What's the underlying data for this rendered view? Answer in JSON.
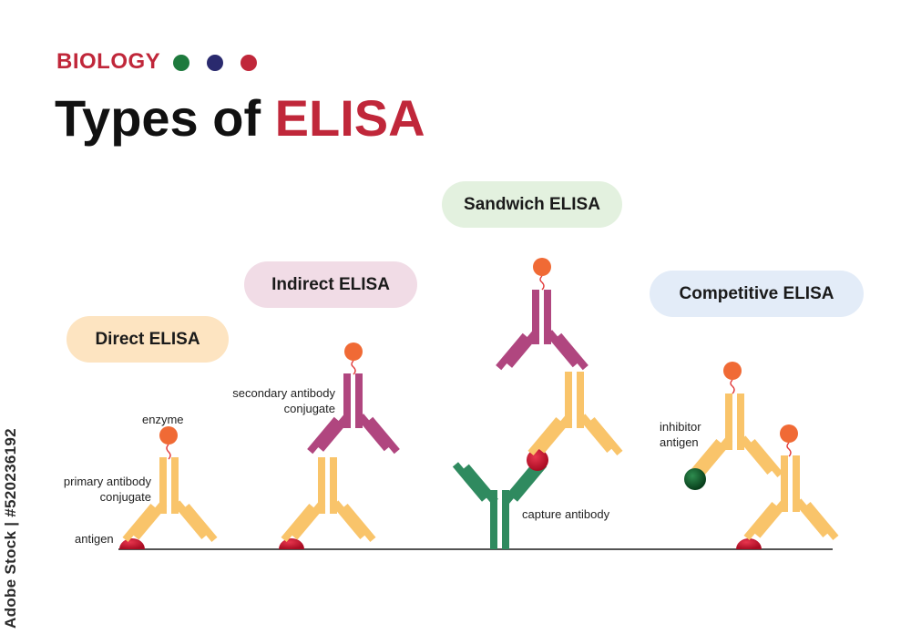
{
  "header": {
    "eyebrow": "BIOLOGY",
    "title_prefix": "Types of",
    "title_accent": "ELISA",
    "dot_colors": [
      "#1e7a3d",
      "#2a2a6e",
      "#c0273a"
    ]
  },
  "methods": {
    "direct": "Direct ELISA",
    "indirect": "Indirect ELISA",
    "sandwich": "Sandwich ELISA",
    "competitive": "Competitive ELISA"
  },
  "labels": {
    "enzyme": "enzyme",
    "primary_line1": "primary antibody",
    "primary_line2": "conjugate",
    "antigen": "antigen",
    "secondary_line1": "secondary antibody",
    "secondary_line2": "conjugate",
    "capture": "capture antibody",
    "inhibitor_line1": "inhibitor",
    "inhibitor_line2": "antigen"
  },
  "watermark": "Adobe Stock | #520236192",
  "colors": {
    "primary_antibody": "#f9c46a",
    "secondary_antibody": "#b0467f",
    "capture_antibody": "#2f8a5f",
    "enzyme": "#f06a35",
    "antigen": "#c8102e",
    "inhibitor_antigen": "#0e5a2a",
    "pill_direct": "#fde4c1",
    "pill_indirect": "#f1dce6",
    "pill_sandwich": "#e3f1df",
    "pill_competitive": "#e3ecf8"
  }
}
